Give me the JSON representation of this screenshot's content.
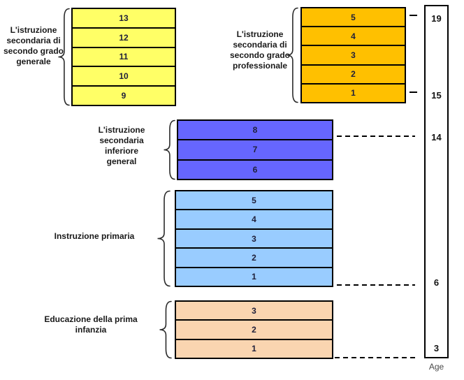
{
  "sections": [
    {
      "name": "upper-secondary-general",
      "label_lines": [
        "L'istruzione",
        "secondaria di",
        "secondo grado",
        "generale"
      ],
      "color": "#ffff66",
      "rows": [
        "13",
        "12",
        "11",
        "10",
        "9"
      ]
    },
    {
      "name": "upper-secondary-vocational",
      "label_lines": [
        "L'istruzione",
        "secondaria di",
        "secondo grado",
        "professionale"
      ],
      "color": "#ffc000",
      "rows": [
        "5",
        "4",
        "3",
        "2",
        "1"
      ]
    },
    {
      "name": "lower-secondary-general",
      "label_lines": [
        "L'istruzione",
        "secondaria",
        "inferiore",
        "general"
      ],
      "color": "#6666ff",
      "rows": [
        "8",
        "7",
        "6"
      ]
    },
    {
      "name": "primary",
      "label_lines": [
        "Instruzione primaria"
      ],
      "color": "#99ccff",
      "rows": [
        "5",
        "4",
        "3",
        "2",
        "1"
      ]
    },
    {
      "name": "early-childhood",
      "label_lines": [
        "Educazione della prima",
        "infanzia"
      ],
      "color": "#fad5b0",
      "rows": [
        "3",
        "2",
        "1"
      ]
    }
  ],
  "age_axis": {
    "caption": "Age",
    "values": [
      "19",
      "15",
      "14",
      "6",
      "3"
    ]
  }
}
